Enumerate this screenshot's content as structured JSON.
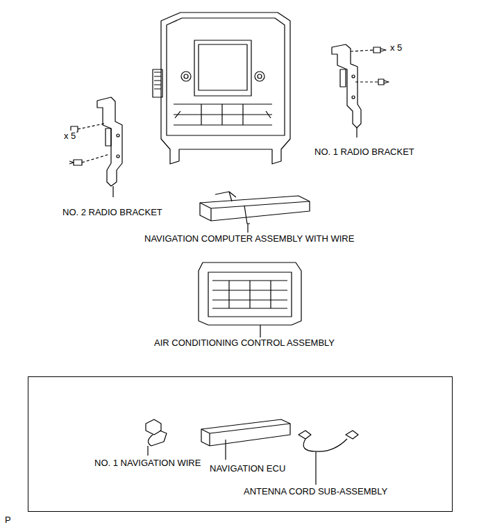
{
  "diagram": {
    "nodes": [
      {
        "text": [
          "NO. 1 NAVIGATION WIRE",
          "NAVIGATION ECU",
          "ANTENNA CORD SUB-ASSEMBLY"
        ]
      }
    ],
    "labels": [
      "x 5",
      "NO. 1 RADIO BRACKET",
      "x 5",
      "NO. 2 RADIO BRACKET",
      "NAVIGATION COMPUTER ASSEMBLY WITH WIRE",
      "AIR CONDITIONING CONTROL ASSEMBLY",
      "P"
    ]
  }
}
